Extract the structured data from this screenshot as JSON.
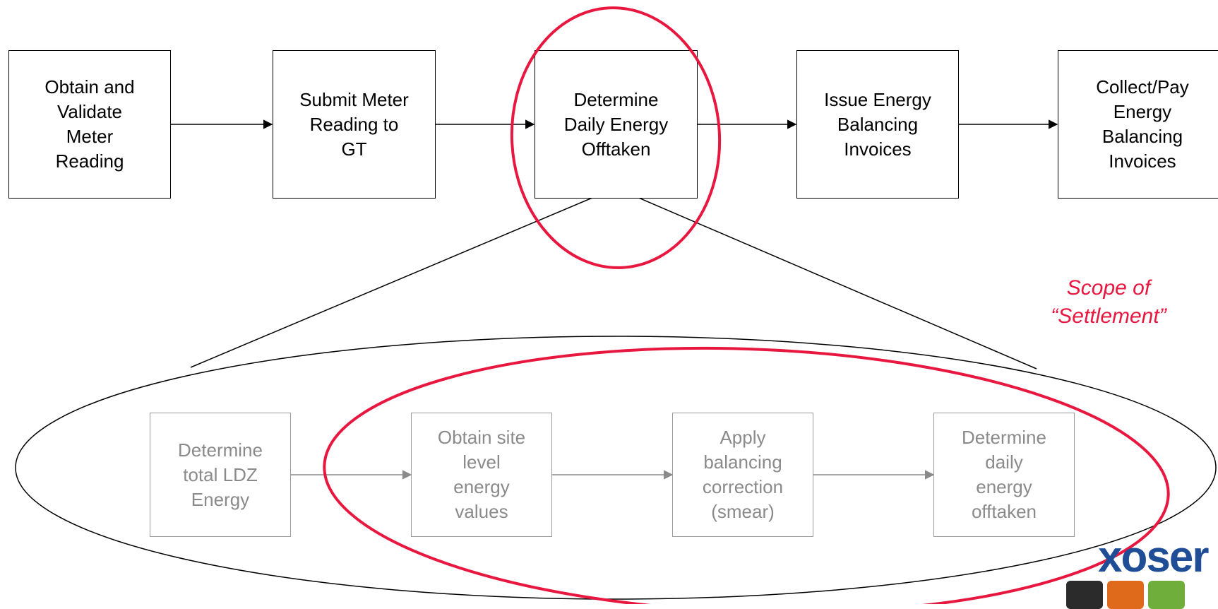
{
  "process_steps": [
    {
      "label": "Obtain and\nValidate\nMeter\nReading"
    },
    {
      "label": "Submit Meter\nReading to\nGT"
    },
    {
      "label": "Determine\nDaily Energy\nOfftaken"
    },
    {
      "label": "Issue Energy\nBalancing\nInvoices"
    },
    {
      "label": "Collect/Pay\nEnergy\nBalancing\nInvoices"
    }
  ],
  "detail_steps": [
    {
      "label": "Determine\ntotal LDZ\nEnergy"
    },
    {
      "label": "Obtain site\nlevel\nenergy\nvalues"
    },
    {
      "label": "Apply\nbalancing\ncorrection\n(smear)"
    },
    {
      "label": "Determine\ndaily\nenergy\nofftaken"
    }
  ],
  "scope_label": "Scope of\n“Settlement”",
  "logo": {
    "text": "xoser"
  },
  "colors": {
    "highlight": "#e8173f",
    "line": "#000000",
    "detail_text": "#8a8a8a",
    "detail_border": "#9a9a9a",
    "logo": "#1f4e96"
  }
}
